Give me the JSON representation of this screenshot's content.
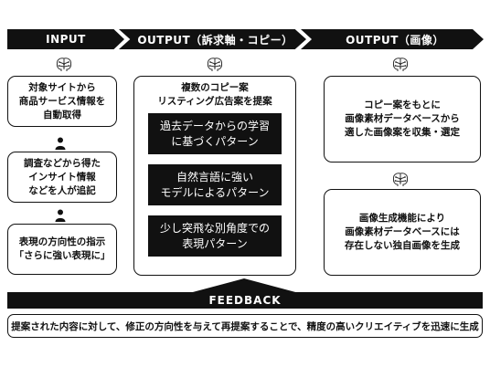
{
  "headers": {
    "input": "INPUT",
    "copy": "OUTPUT（訴求軸・コピー）",
    "image": "OUTPUT（画像）"
  },
  "input_boxes": [
    {
      "lines": [
        "対象サイトから",
        "商品サービス情報を",
        "自動取得"
      ]
    },
    {
      "lines": [
        "調査などから得た",
        "インサイト情報",
        "などを人が追記"
      ]
    },
    {
      "lines": [
        "表現の方向性の指示",
        "「さらに強い表現に」"
      ]
    }
  ],
  "copy_panel": {
    "lines": [
      "複数のコピー案",
      "リスティング広告案を提案"
    ],
    "patterns": [
      {
        "lines": [
          "過去データからの学習",
          "に基づくパターン"
        ]
      },
      {
        "lines": [
          "自然言語に強い",
          "モデルによるパターン"
        ]
      },
      {
        "lines": [
          "少し突飛な別角度での",
          "表現パターン"
        ]
      }
    ]
  },
  "image_boxes": [
    {
      "lines": [
        "コピー案をもとに",
        "画像素材データベースから",
        "適した画像案を収集・選定"
      ]
    },
    {
      "lines": [
        "画像生成機能により",
        "画像素材データベースには",
        "存在しない独自画像を生成"
      ]
    }
  ],
  "feedback": {
    "label": "FEEDBACK",
    "summary": "提案された内容に対して、修正の方向性を与えて再提案することで、精度の高いクリエイティブを迅速に生成"
  },
  "icons": {
    "ai": "brain-circuit-icon",
    "human": "person-icon"
  },
  "colors": {
    "primary": "#111111",
    "background": "#ffffff"
  }
}
